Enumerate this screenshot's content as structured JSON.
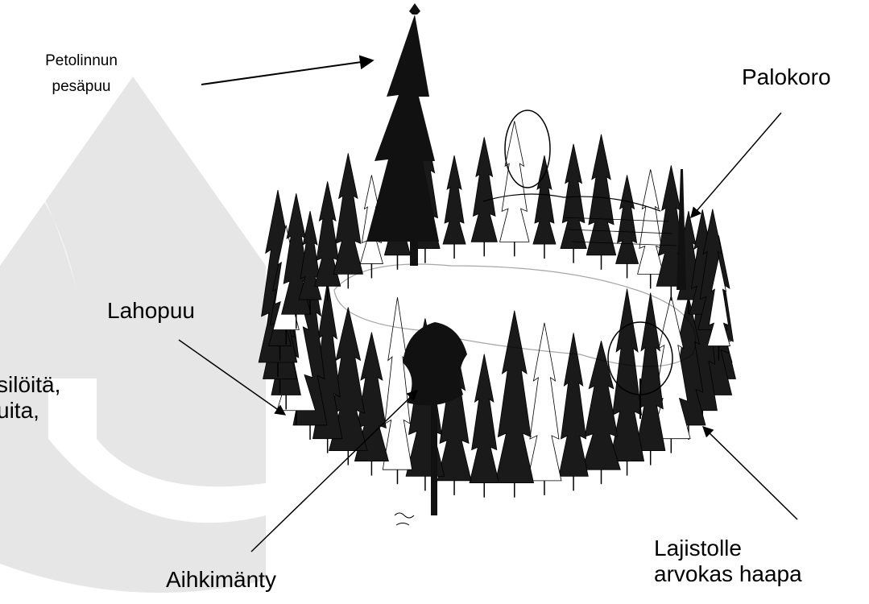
{
  "labels": {
    "petolinnun_line1": "Petolinnun",
    "petolinnun_line2": "pesäpuu",
    "palokoro": "Palokoro",
    "lahopuu": "Lahopuu",
    "aihkimanty": "Aihkimänty",
    "lajistolle_line1": "Lajistolle",
    "lajistolle_line2": "arvokas haapa"
  },
  "cut_text": {
    "line1": "silöitä,",
    "line2": "uita,"
  },
  "colors": {
    "background": "#ffffff",
    "logo_shape": "#e6e6e6",
    "ink": "#000000"
  }
}
